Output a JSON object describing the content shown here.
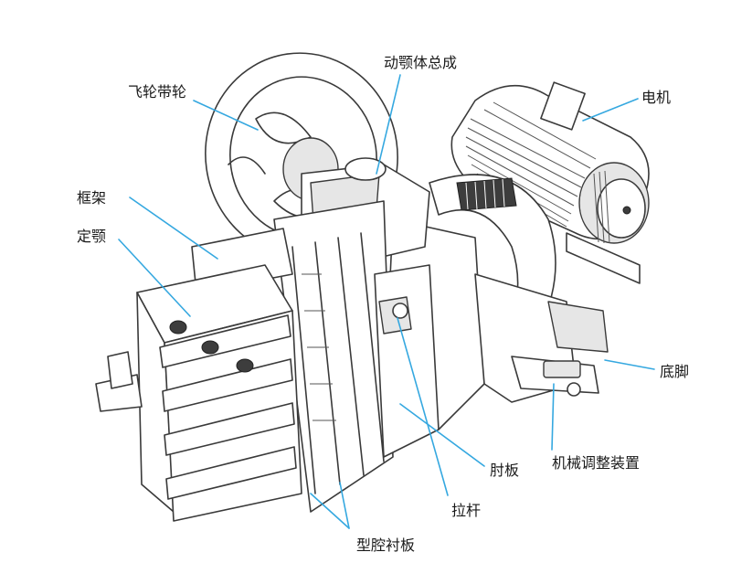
{
  "labels": {
    "flywheel": "飞轮带轮",
    "moving_jaw": "动颚体总成",
    "motor": "电机",
    "frame": "框架",
    "fixed_jaw": "定颚",
    "base_foot": "底脚",
    "mech_adjust": "机械调整装置",
    "toggle_plate": "肘板",
    "tie_rod": "拉杆",
    "liner": "型腔衬板"
  },
  "colors": {
    "leader": "#35a8e0",
    "ink": "#3a3a3a",
    "background": "#ffffff"
  }
}
